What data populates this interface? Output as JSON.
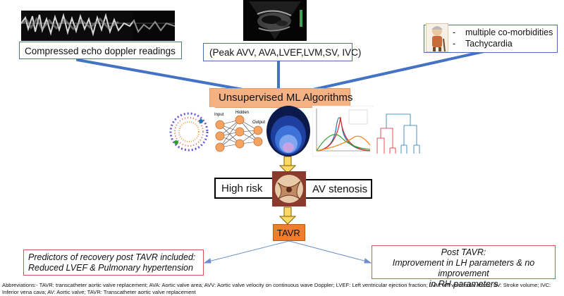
{
  "inputs": {
    "echo_label": "Compressed echo doppler readings",
    "params_label": "(Peak AVV, AVA,LVEF,LVM,SV, IVC)",
    "comorbidities": [
      "multiple co-morbidities",
      "Tachycardia"
    ]
  },
  "ml": {
    "title": "Unsupervised ML Algorithms",
    "nn_labels": {
      "input": "Input",
      "hidden": "Hidden",
      "output": "Output"
    }
  },
  "classification": {
    "left": "High risk",
    "right": "AV stenosis"
  },
  "procedure": "TAVR",
  "outcomes": {
    "predictors": [
      "Predictors of recovery post TAVR included:",
      "Reduced LVEF & Pulmonary hypertension"
    ],
    "post_tavr": [
      "Post TAVR:",
      "Improvement in LH parameters & no improvement",
      "in RH parameters"
    ]
  },
  "abbreviations": "Abbreviations:- TAVR: transcatheter aortic valve replacement; AVA: Aortic valve area; AVV: Aortic valve velocity on continuous wave Doppler; LVEF: Left ventricular ejection fraction; LVM: left ventricular mass; SV: Stroke volume; IVC: Inferior vena cava; AV: Aortic valve; TAVR: Transcatheter aortic valve replacement",
  "colors": {
    "connector_blue": "#4472c4",
    "ml_box": "#f4b183",
    "tavr_box": "#ed7d31",
    "down_arrow": "#ffd966",
    "outcome_border": "#d9534f"
  }
}
